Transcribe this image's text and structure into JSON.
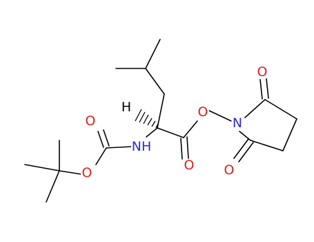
{
  "structure": {
    "colors": {
      "bond": "#000000",
      "oxygen": "#e0201e",
      "nitrogen": "#2a2ad8",
      "background": "#ffffff"
    },
    "atoms": {
      "o_carbamate_carbonyl": "O",
      "o_carbamate_ether": "O",
      "nh": "NH",
      "h_stereo": "H",
      "o_ester_carbonyl": "O",
      "o_ester_single": "O",
      "n_imide": "N",
      "o_imide_top": "O",
      "o_imide_bottom": "O"
    }
  }
}
